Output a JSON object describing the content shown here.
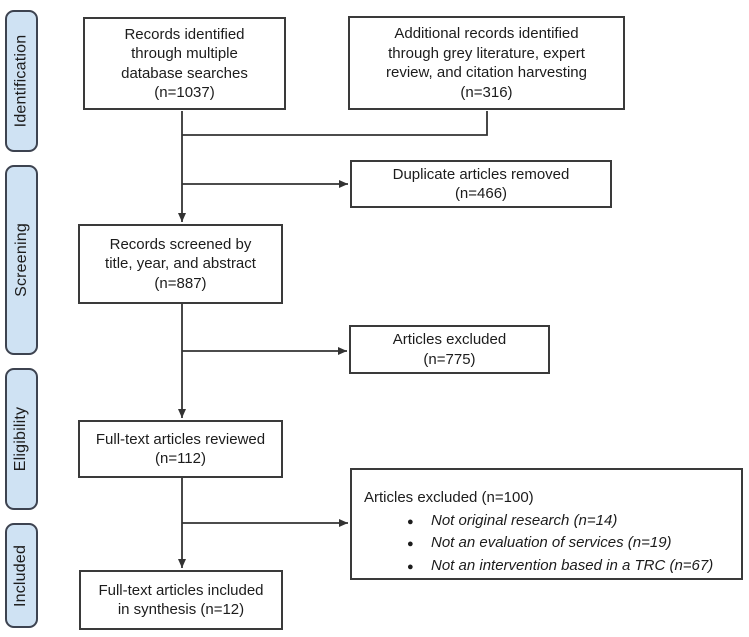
{
  "diagram": {
    "stages": [
      {
        "label": "Identification"
      },
      {
        "label": "Screening"
      },
      {
        "label": "Eligibility"
      },
      {
        "label": "Included"
      }
    ],
    "boxes": {
      "identified": {
        "text": "Records identified\nthrough multiple\ndatabase searches\n(n=1037)"
      },
      "additional": {
        "text": "Additional records identified\nthrough grey literature, expert\nreview, and citation harvesting\n(n=316)"
      },
      "duplicates_removed": {
        "text": "Duplicate articles removed\n(n=466)"
      },
      "screened": {
        "text": "Records screened by\ntitle, year, and abstract\n(n=887)"
      },
      "excluded_screening": {
        "text": "Articles excluded\n(n=775)"
      },
      "fulltext_reviewed": {
        "text": "Full-text articles reviewed\n(n=112)"
      },
      "excluded_fulltext": {
        "title": "Articles excluded (n=100)",
        "bullet": "●",
        "reasons": [
          "Not original research (n=14)",
          "Not an evaluation of services (n=19)",
          "Not an intervention based in a TRC (n=67)"
        ]
      },
      "included_synthesis": {
        "text": "Full-text articles included\nin synthesis (n=12)"
      }
    },
    "colors": {
      "stage_fill": "#cfe2f3",
      "stage_border": "#3d4350",
      "box_border": "#3a3a3a",
      "connector": "#333333",
      "text": "#1c1c1c",
      "background": "#ffffff"
    }
  }
}
